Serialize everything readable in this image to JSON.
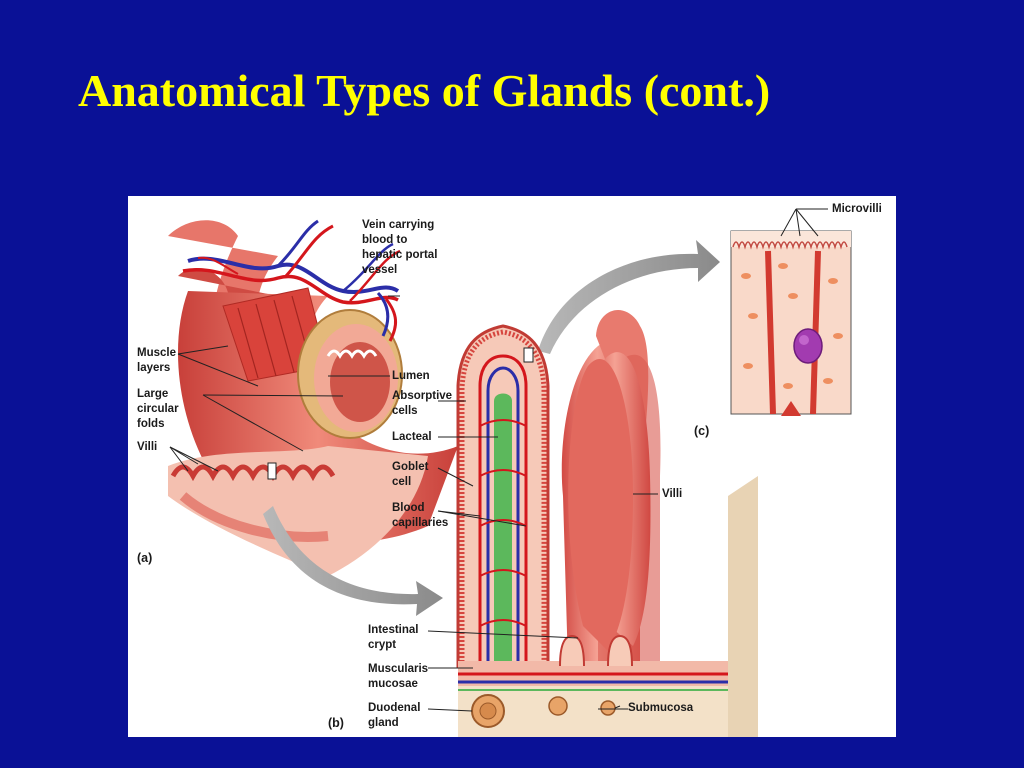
{
  "slide": {
    "title": "Anatomical Types of Glands (cont.)"
  },
  "figure": {
    "panels": {
      "a": "(a)",
      "b": "(b)",
      "c": "(c)"
    },
    "labels": {
      "vein": "Vein carrying\nblood to\nhepatic portal\nvessel",
      "muscle_layers": "Muscle\nlayers",
      "large_circular_folds": "Large\ncircular\nfolds",
      "villi_a": "Villi",
      "lumen": "Lumen",
      "absorptive_cells": "Absorptive\ncells",
      "lacteal": "Lacteal",
      "goblet_cell": "Goblet\ncell",
      "blood_capillaries": "Blood\ncapillaries",
      "intestinal_crypt": "Intestinal\ncrypt",
      "muscularis_mucosae": "Muscularis\nmucosae",
      "duodenal_gland": "Duodenal\ngland",
      "submucosa": "Submucosa",
      "villi_b": "Villi",
      "microvilli": "Microvilli"
    },
    "colors": {
      "background": "#0a1196",
      "title": "#ffff00",
      "tissue": "#e0574f",
      "tissue_light": "#f3a89a",
      "vessel_red": "#d4161c",
      "vessel_blue": "#2b2ea8",
      "lacteal_green": "#5cb85c",
      "nucleus": "#a23bb0"
    }
  }
}
